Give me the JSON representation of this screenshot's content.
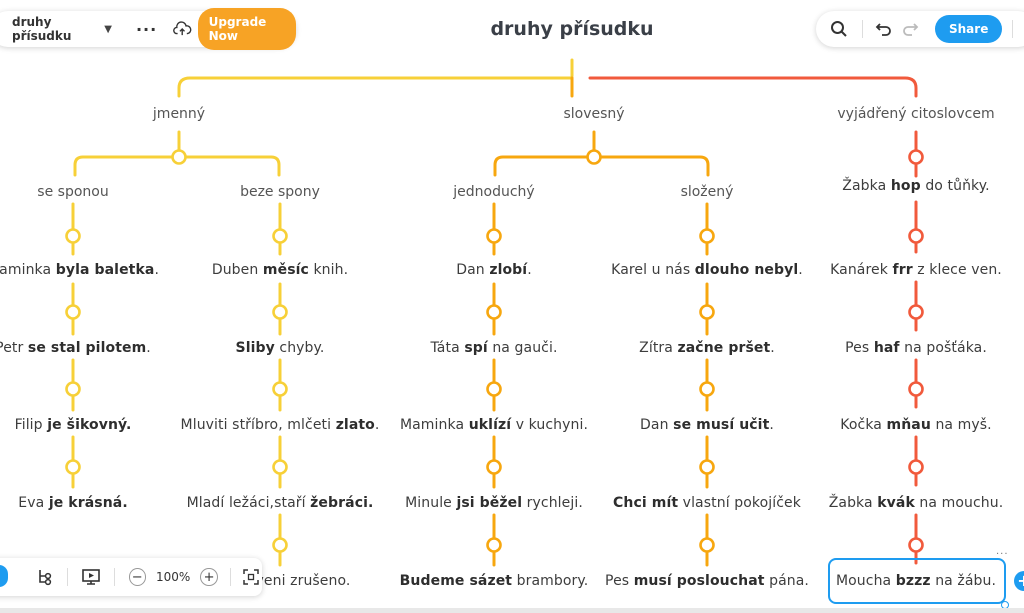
{
  "toolbar": {
    "doc_name": "druhy přísudku",
    "upgrade_label": "Upgrade Now",
    "share_label": "Share",
    "zoom_level": "100%"
  },
  "title": "druhy přísudku",
  "colors": {
    "yellow": "#f7d038",
    "orange": "#f7a70f",
    "red": "#f15a3c",
    "accent": "#1e9cf0"
  },
  "categories": [
    {
      "label": "jmenný"
    },
    {
      "label": "slovesný"
    },
    {
      "label": "vyjádřený citoslovcem"
    }
  ],
  "subcategories": [
    {
      "label": "se sponou"
    },
    {
      "label": "beze spony"
    },
    {
      "label": "jednoduchý"
    },
    {
      "label": "složený"
    }
  ],
  "columns": [
    {
      "name": "se sponou",
      "items": [
        [
          [
            "Maminka ",
            false
          ],
          [
            "byla baletka",
            true
          ],
          [
            ".",
            false
          ]
        ],
        [
          [
            "Petr ",
            false
          ],
          [
            "se stal pilotem",
            true
          ],
          [
            ".",
            false
          ]
        ],
        [
          [
            "Filip ",
            false
          ],
          [
            "je šikovný",
            true
          ],
          [
            ".",
            true
          ]
        ],
        [
          [
            "Eva ",
            false
          ],
          [
            "je krásná",
            true
          ],
          [
            ".",
            true
          ]
        ]
      ]
    },
    {
      "name": "beze spony",
      "items": [
        [
          [
            "Duben ",
            false
          ],
          [
            "měsíc",
            true
          ],
          [
            " knih.",
            false
          ]
        ],
        [
          [
            "Sliby",
            true
          ],
          [
            " chyby.",
            false
          ]
        ],
        [
          [
            "Mluviti stříbro, mlčeti ",
            false
          ],
          [
            "zlato",
            true
          ],
          [
            ".",
            false
          ]
        ],
        [
          [
            "Mladí ležáci,staří  ",
            false
          ],
          [
            "žebráci",
            true
          ],
          [
            ".",
            true
          ]
        ],
        [
          [
            "veni zrušeno.",
            false
          ]
        ]
      ]
    },
    {
      "name": "jednoduchý",
      "items": [
        [
          [
            "Dan ",
            false
          ],
          [
            "zlobí",
            true
          ],
          [
            ".",
            false
          ]
        ],
        [
          [
            "Táta ",
            false
          ],
          [
            "spí",
            true
          ],
          [
            " na gauči.",
            false
          ]
        ],
        [
          [
            "Maminka ",
            false
          ],
          [
            "uklízí",
            true
          ],
          [
            " v kuchyni.",
            false
          ]
        ],
        [
          [
            "Minule ",
            false
          ],
          [
            "jsi běžel",
            true
          ],
          [
            " rychleji.",
            false
          ]
        ],
        [
          [
            "Budeme sázet",
            true
          ],
          [
            " brambory.",
            false
          ]
        ]
      ]
    },
    {
      "name": "složený",
      "items": [
        [
          [
            "Karel u nás ",
            false
          ],
          [
            "dlouho nebyl",
            true
          ],
          [
            ".",
            false
          ]
        ],
        [
          [
            "Zítra ",
            false
          ],
          [
            "začne pršet",
            true
          ],
          [
            ".",
            false
          ]
        ],
        [
          [
            "Dan ",
            false
          ],
          [
            "se musí učit",
            true
          ],
          [
            ".",
            false
          ]
        ],
        [
          [
            "Chci mít",
            true
          ],
          [
            " vlastní pokojíček",
            false
          ]
        ],
        [
          [
            "Pes ",
            false
          ],
          [
            "musí poslouchat",
            true
          ],
          [
            " pána.",
            false
          ]
        ]
      ]
    },
    {
      "name": "vyjádřený citoslovcem",
      "items": [
        [
          [
            "Žabka ",
            false
          ],
          [
            "hop",
            true
          ],
          [
            " do tůňky.",
            false
          ]
        ],
        [
          [
            "Kanárek ",
            false
          ],
          [
            "frr",
            true
          ],
          [
            " z klece ven.",
            false
          ]
        ],
        [
          [
            "Pes  ",
            false
          ],
          [
            "haf",
            true
          ],
          [
            " na pošťáka.",
            false
          ]
        ],
        [
          [
            "Kočka ",
            false
          ],
          [
            "mňau",
            true
          ],
          [
            " na myš.",
            false
          ]
        ],
        [
          [
            "Žabka ",
            false
          ],
          [
            "kvák",
            true
          ],
          [
            " na mouchu.",
            false
          ]
        ],
        [
          [
            "Moucha ",
            false
          ],
          [
            "bzzz",
            true
          ],
          [
            " na žábu.",
            false
          ]
        ]
      ]
    }
  ]
}
